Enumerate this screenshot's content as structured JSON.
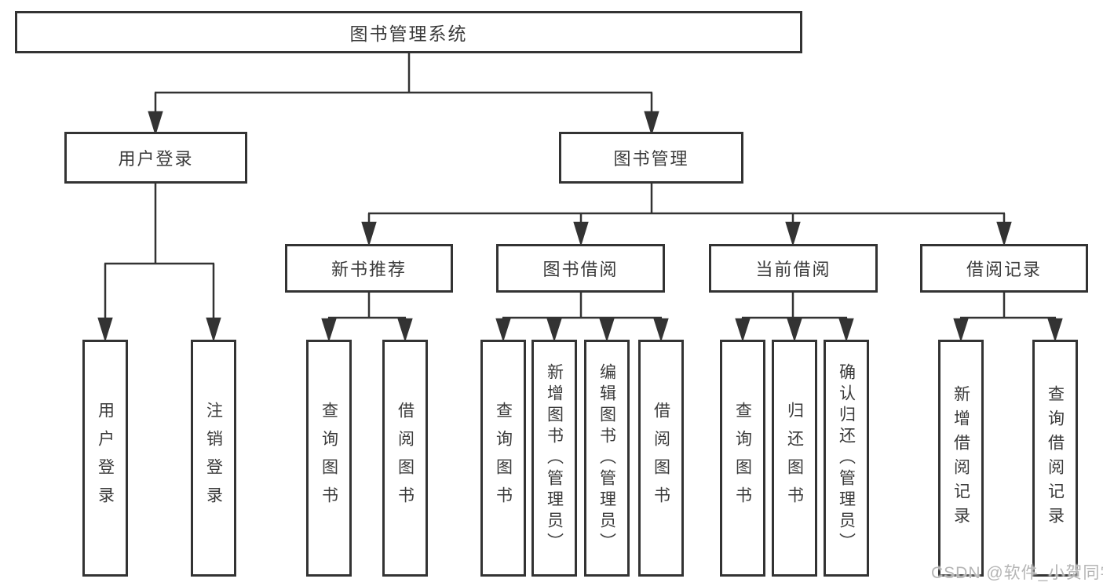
{
  "tree": {
    "label": "图书管理系统",
    "children": [
      {
        "label": "用户登录",
        "children": [
          {
            "label": "用户登录"
          },
          {
            "label": "注销登录"
          }
        ]
      },
      {
        "label": "图书管理",
        "children": [
          {
            "label": "新书推荐",
            "children": [
              {
                "label": "查询图书"
              },
              {
                "label": "借阅图书"
              }
            ]
          },
          {
            "label": "图书借阅",
            "children": [
              {
                "label": "查询图书"
              },
              {
                "label": "新增图书（管理员）"
              },
              {
                "label": "编辑图书（管理员）"
              },
              {
                "label": "借阅图书"
              }
            ]
          },
          {
            "label": "当前借阅",
            "children": [
              {
                "label": "查询图书"
              },
              {
                "label": "归还图书"
              },
              {
                "label": "确认归还（管理员）"
              }
            ]
          },
          {
            "label": "借阅记录",
            "children": [
              {
                "label": "新增借阅记录"
              },
              {
                "label": "查询借阅记录"
              }
            ]
          }
        ]
      }
    ]
  },
  "watermark": {
    "text": "CSDN @软件_小贺同学"
  },
  "style": {
    "line_color": "#333333",
    "box_background": "#ffffff",
    "text_color": "#3a3a3a",
    "watermark_color": "#b5b5b5"
  }
}
